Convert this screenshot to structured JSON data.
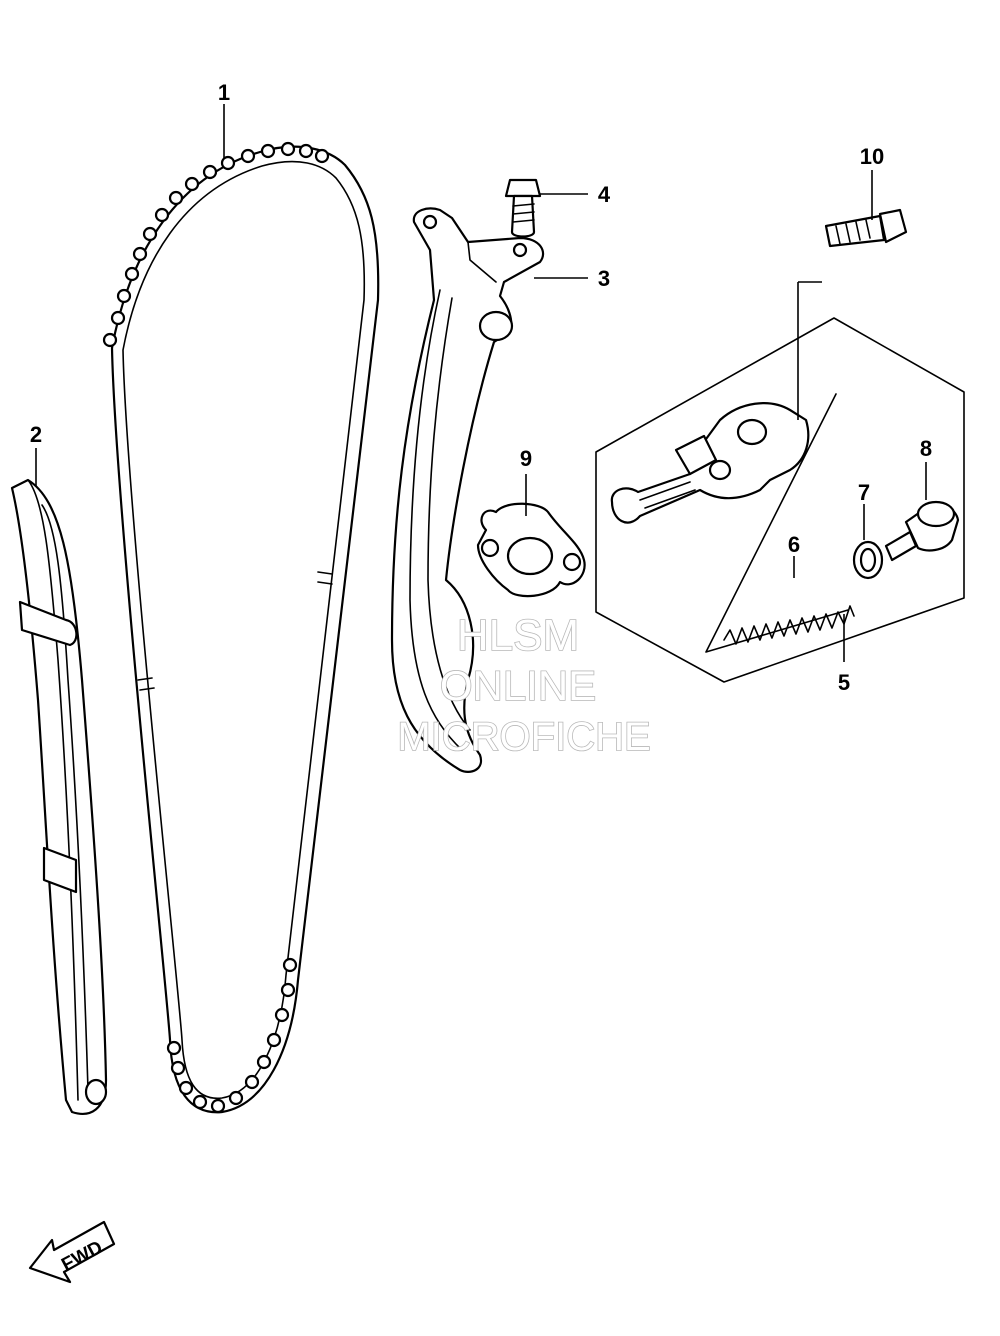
{
  "callouts": [
    {
      "id": "1",
      "text": "1"
    },
    {
      "id": "2",
      "text": "2"
    },
    {
      "id": "3",
      "text": "3"
    },
    {
      "id": "4",
      "text": "4"
    },
    {
      "id": "5",
      "text": "5"
    },
    {
      "id": "6",
      "text": "6"
    },
    {
      "id": "7",
      "text": "7"
    },
    {
      "id": "8",
      "text": "8"
    },
    {
      "id": "9",
      "text": "9"
    },
    {
      "id": "10",
      "text": "10"
    }
  ],
  "watermark": {
    "line1": "HLSM",
    "line2": "ONLINE",
    "line3": "MICROFICHE"
  },
  "direction_label": "FWD"
}
